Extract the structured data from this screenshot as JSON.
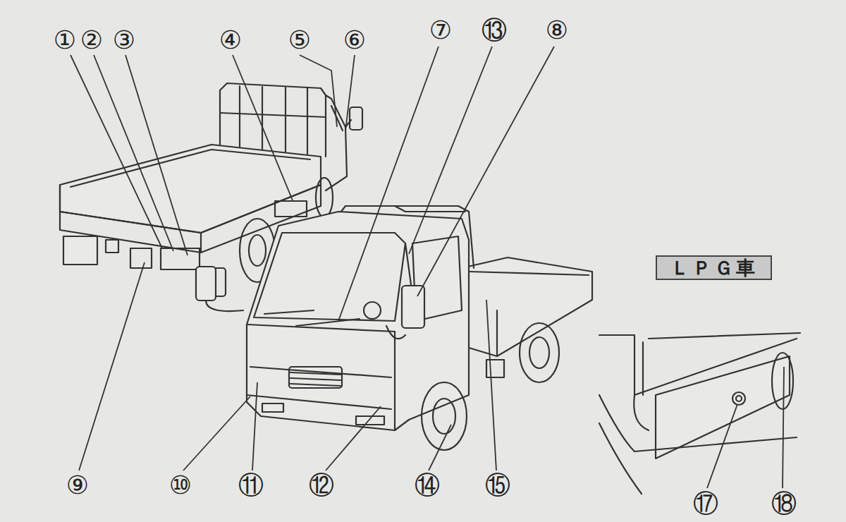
{
  "diagram": {
    "nodes": [
      {
        "text": [
          "ＬＰＧ車"
        ]
      }
    ],
    "labels": [
      "①",
      "②",
      "③",
      "④",
      "⑤",
      "⑥",
      "⑦",
      "⑬",
      "⑧",
      "⑨",
      "⑩",
      "⑪",
      "⑫",
      "⑭",
      "⑮",
      "⑰",
      "⑱"
    ]
  }
}
